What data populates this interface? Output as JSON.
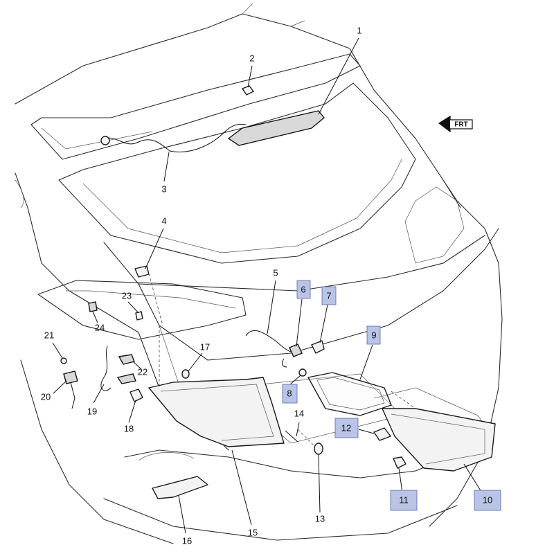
{
  "diagram": {
    "direction_marker": "FRT",
    "callouts": [
      {
        "id": "c1",
        "label": "1",
        "highlighted": false
      },
      {
        "id": "c2",
        "label": "2",
        "highlighted": false
      },
      {
        "id": "c3",
        "label": "3",
        "highlighted": false
      },
      {
        "id": "c4",
        "label": "4",
        "highlighted": false
      },
      {
        "id": "c5",
        "label": "5",
        "highlighted": false
      },
      {
        "id": "c6",
        "label": "6",
        "highlighted": true
      },
      {
        "id": "c7",
        "label": "7",
        "highlighted": true
      },
      {
        "id": "c8",
        "label": "8",
        "highlighted": true
      },
      {
        "id": "c9",
        "label": "9",
        "highlighted": true
      },
      {
        "id": "c10",
        "label": "10",
        "highlighted": true
      },
      {
        "id": "c11",
        "label": "11",
        "highlighted": true
      },
      {
        "id": "c12",
        "label": "12",
        "highlighted": true
      },
      {
        "id": "c13",
        "label": "13",
        "highlighted": false
      },
      {
        "id": "c14",
        "label": "14",
        "highlighted": false
      },
      {
        "id": "c15",
        "label": "15",
        "highlighted": false
      },
      {
        "id": "c16",
        "label": "16",
        "highlighted": false
      },
      {
        "id": "c17",
        "label": "17",
        "highlighted": false
      },
      {
        "id": "c18",
        "label": "18",
        "highlighted": false
      },
      {
        "id": "c19",
        "label": "19",
        "highlighted": false
      },
      {
        "id": "c20",
        "label": "20",
        "highlighted": false
      },
      {
        "id": "c21",
        "label": "21",
        "highlighted": false
      },
      {
        "id": "c22",
        "label": "22",
        "highlighted": false
      },
      {
        "id": "c23",
        "label": "23",
        "highlighted": false
      },
      {
        "id": "c24",
        "label": "24",
        "highlighted": false
      }
    ],
    "highlight_color": "#b9c4e6"
  }
}
